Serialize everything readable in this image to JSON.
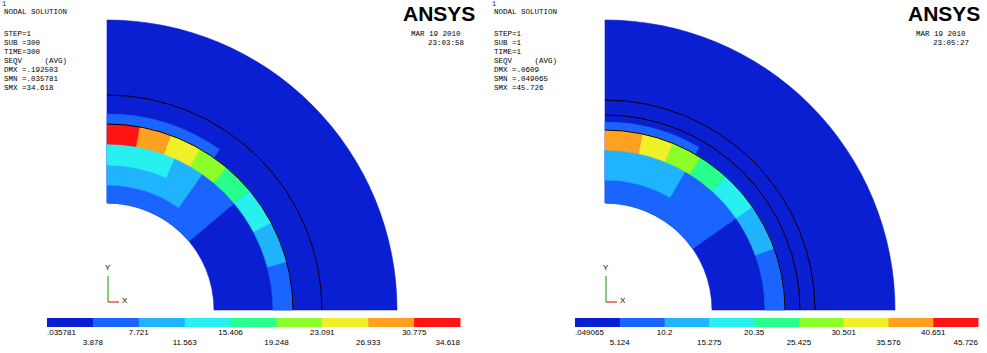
{
  "diagram": {
    "labels": [
      "1",
      "NODAL SOLUTION",
      "STEP=1",
      "SUB =300",
      "TIME=300",
      "SEQV     (AVG)",
      "DMX =.192503",
      "SMN =.035781",
      "SMX =34.618",
      "ANSYS",
      "MAR 19 2010",
      "23:03:58",
      "Y",
      "X",
      ".035781",
      "3.878",
      "7.721",
      "11.563",
      "15.406",
      "19.248",
      "23.091",
      "26.933",
      "30.775",
      "34.618",
      "1",
      "NODAL SOLUTION",
      "STEP=1",
      "SUB =1",
      "TIME=1",
      "SEQV     (AVG)",
      "DMX =.0609",
      "SMN =.049065",
      "SMX =45.726",
      "ANSYS",
      "MAR 19 2010",
      "23:05:27",
      "Y",
      "X",
      ".049065",
      "5.124",
      "10.2",
      "15.275",
      "20.35",
      "25.425",
      "30.501",
      "35.576",
      "40.651",
      "45.726"
    ]
  }
}
